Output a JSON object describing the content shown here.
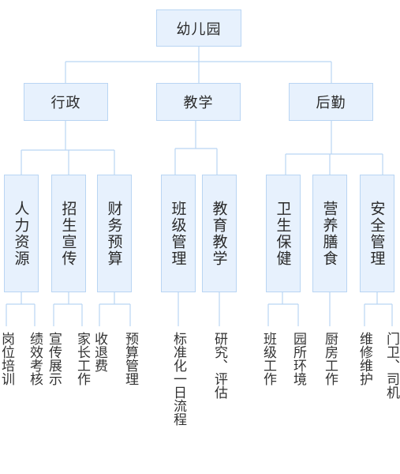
{
  "colors": {
    "node_fill": "#e7f1fd",
    "node_border": "#b9d5f3",
    "connector": "#b9d5f3",
    "text": "#333333"
  },
  "root": {
    "label": "幼儿园"
  },
  "departments": [
    {
      "label": "行政",
      "groups": [
        {
          "label": "人力资源",
          "leaves": [
            "岗位培训",
            "绩效考核"
          ]
        },
        {
          "label": "招生宣传",
          "leaves": [
            "宣传展示",
            "家长工作"
          ]
        },
        {
          "label": "财务预算",
          "leaves": [
            "收退费",
            "预算管理"
          ]
        }
      ]
    },
    {
      "label": "教学",
      "groups": [
        {
          "label": "班级管理",
          "leaves": [
            "标准化一日流程"
          ]
        },
        {
          "label": "教育教学",
          "leaves": [
            "研究、评估"
          ]
        }
      ]
    },
    {
      "label": "后勤",
      "groups": [
        {
          "label": "卫生保健",
          "leaves": [
            "班级工作",
            "园所环境"
          ]
        },
        {
          "label": "营养膳食",
          "leaves": [
            "厨房工作"
          ]
        },
        {
          "label": "安全管理",
          "leaves": [
            "维修维护",
            "门卫、司机"
          ]
        }
      ]
    }
  ]
}
